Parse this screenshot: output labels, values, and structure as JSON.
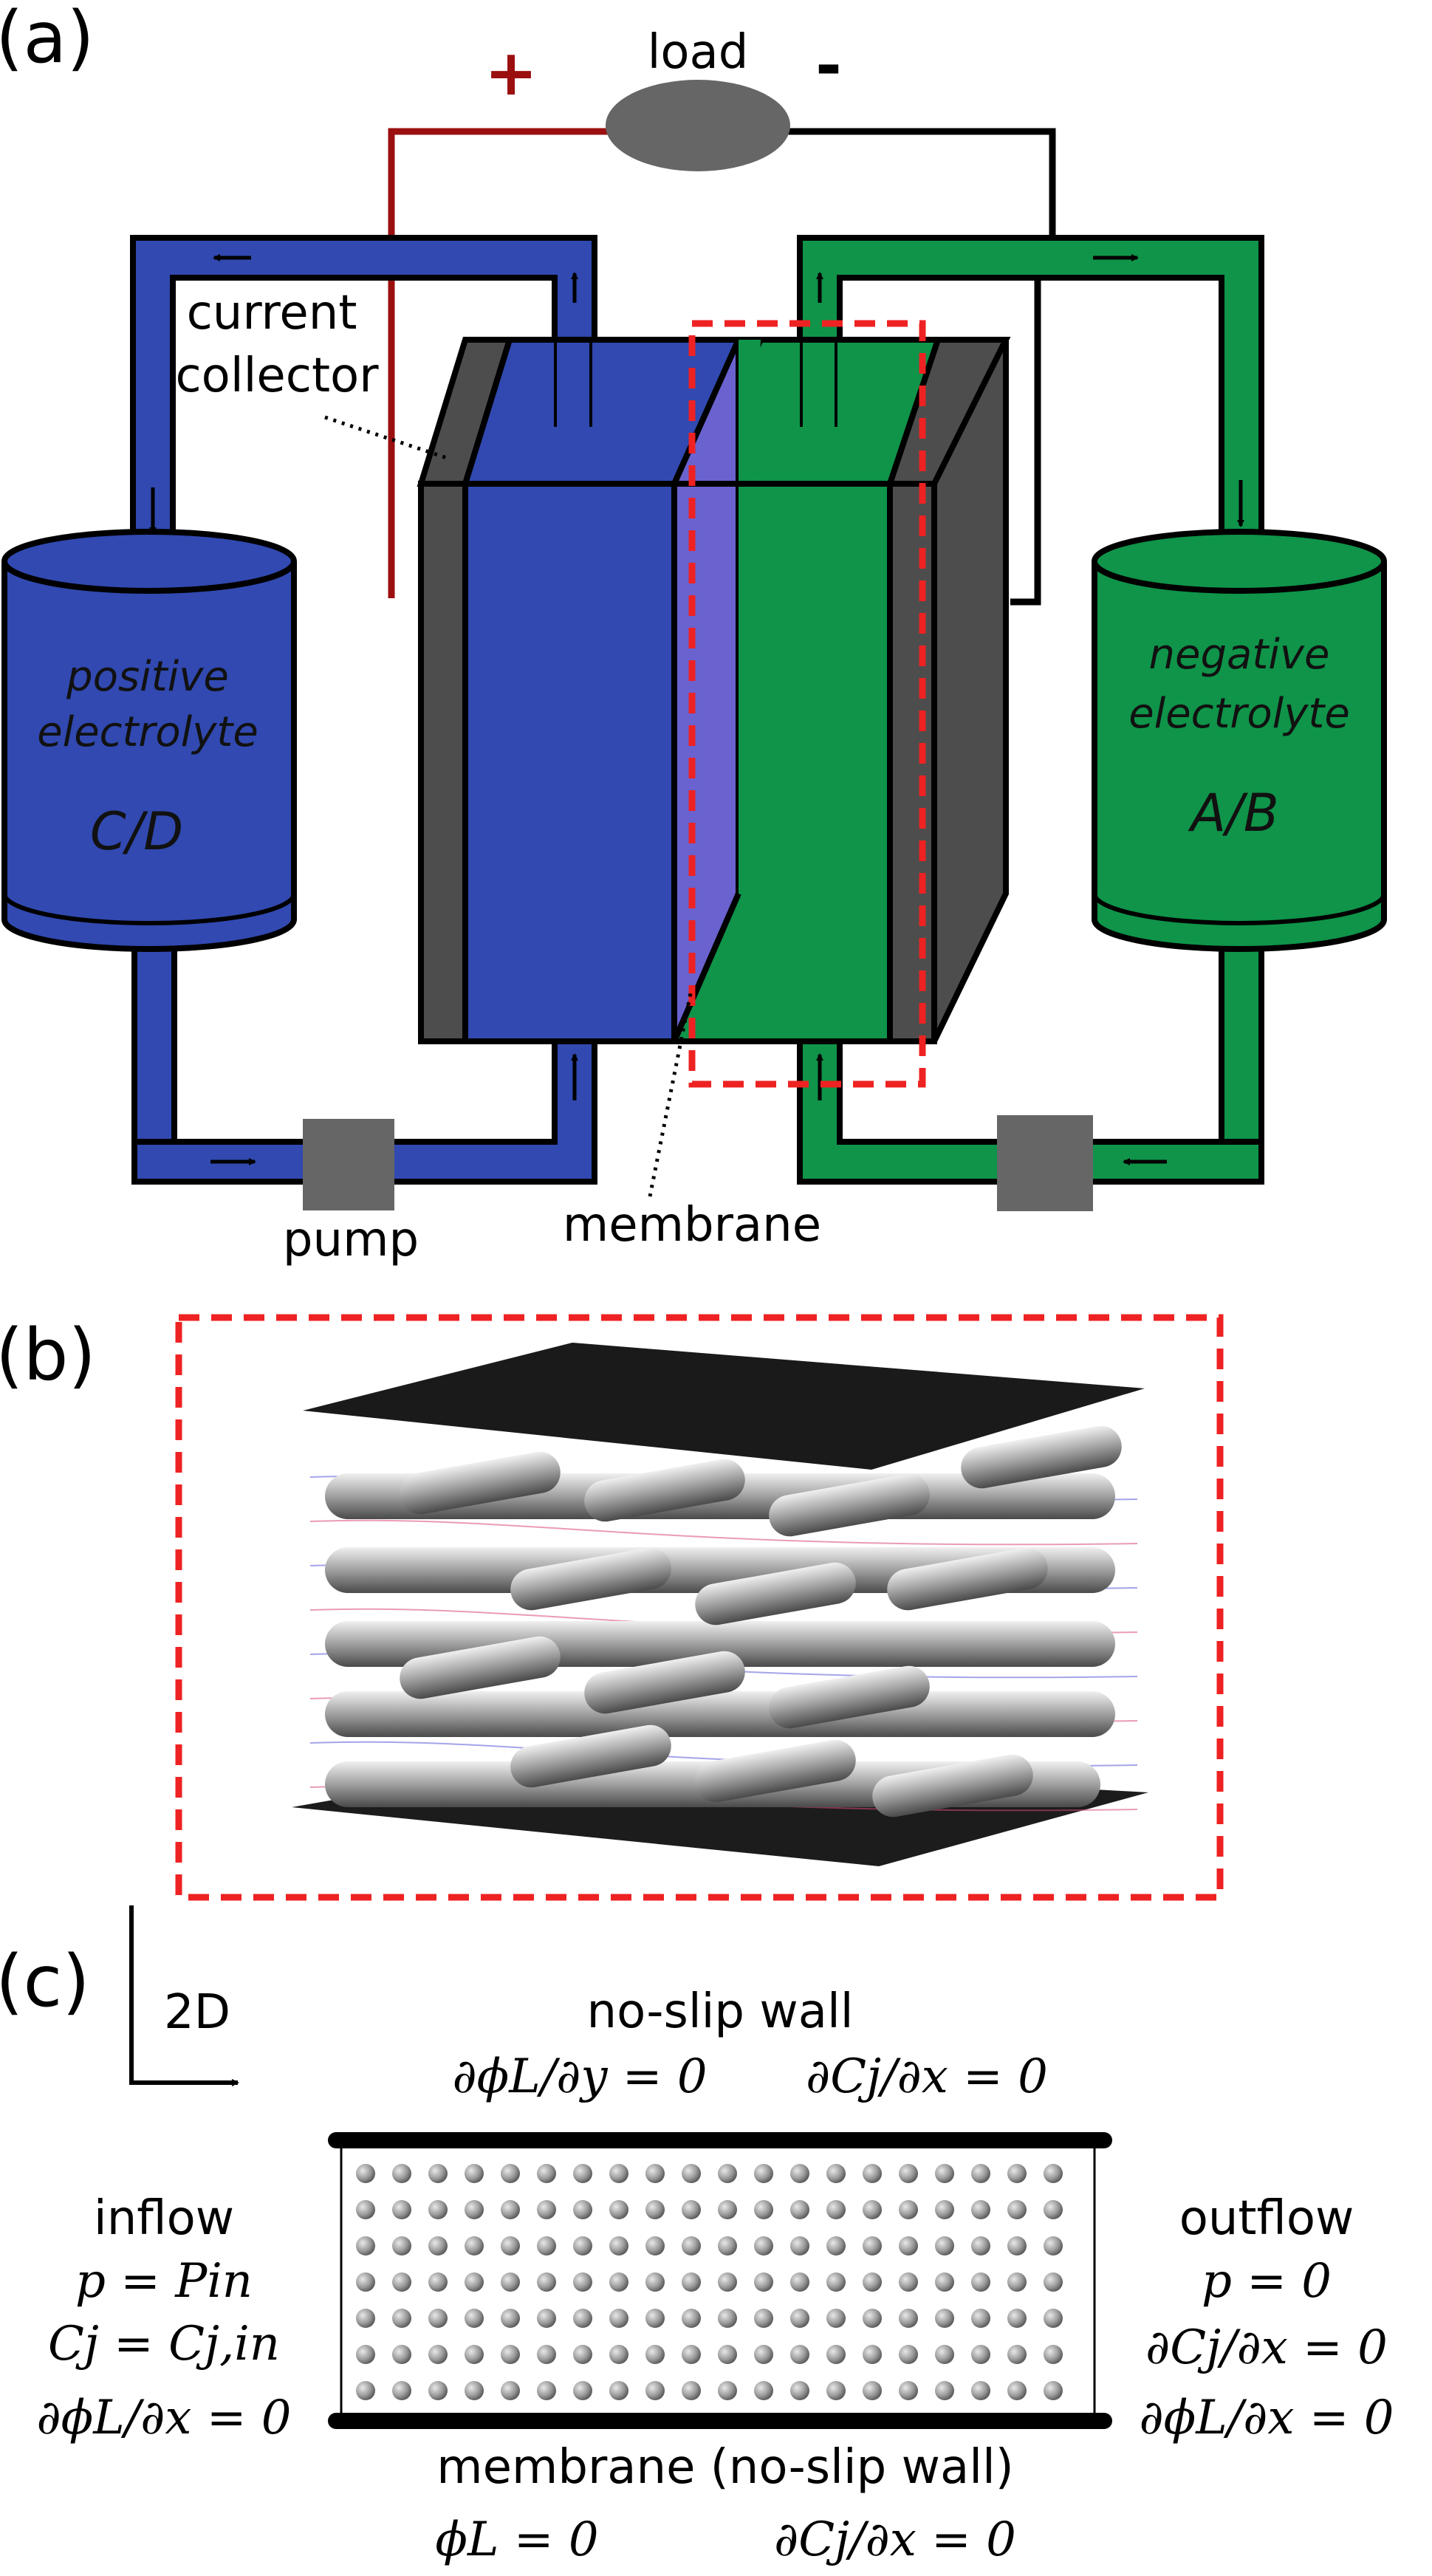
{
  "panels": {
    "a": "(a)",
    "b": "(b)",
    "c": "(c)"
  },
  "panel_a": {
    "load": "load",
    "plus": "+",
    "minus": "-",
    "current_collector_1": "current",
    "current_collector_2": "collector",
    "pos_line1": "positive",
    "pos_line2": "electrolyte",
    "pos_species": "C/D",
    "neg_line1": "negative",
    "neg_line2": "electrolyte",
    "neg_species": "A/B",
    "pump": "pump",
    "membrane": "membrane"
  },
  "panel_c": {
    "axis_label": "2D",
    "top_title": "no-slip wall",
    "top_eq_1": "∂ϕL/∂y = 0",
    "top_eq_2": "∂Cj/∂x = 0",
    "left_title": "inflow",
    "left_eq_1": "p = Pin",
    "left_eq_2": "Cj = Cj,in",
    "left_eq_3": "∂ϕL/∂x = 0",
    "right_title": "outflow",
    "right_eq_1": "p = 0",
    "right_eq_2": "∂Cj/∂x = 0",
    "right_eq_3": "∂ϕL/∂x = 0",
    "bottom_title": "membrane (no-slip wall)",
    "bottom_eq_1": "ϕL = 0",
    "bottom_eq_2": "∂Cj/∂x = 0"
  },
  "colors": {
    "positive": "#3149b0",
    "negative": "#0f944a",
    "membrane": "#6a62cf",
    "collector": "#4d4d4d",
    "wire_positive": "#9b0f0f",
    "selection": "#ee2222"
  }
}
